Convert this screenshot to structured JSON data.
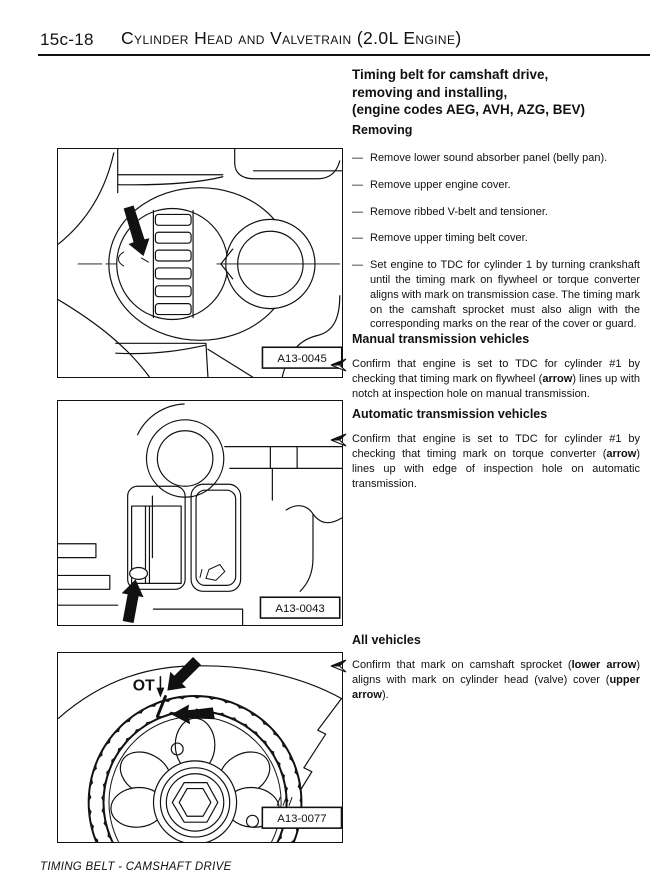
{
  "header": {
    "section_number": "15c-18",
    "title": "Cylinder Head and Valvetrain (2.0L Engine)"
  },
  "article": {
    "title_lines": [
      "Timing belt for camshaft drive,",
      "removing and installing,",
      "(engine codes AEG, AVH, AZG, BEV)"
    ],
    "removing": {
      "heading": "Removing",
      "bullet": "—",
      "steps": [
        "Remove lower sound absorber panel (belly pan).",
        "Remove upper engine cover.",
        "Remove ribbed V-belt and tensioner.",
        "Remove upper timing belt cover.",
        "Set engine to TDC for cylinder 1 by turning crankshaft until the timing mark on flywheel or torque converter aligns with mark on transmission case. The timing mark on the camshaft sprocket must also align with the corresponding marks on the rear of the cover or guard."
      ]
    },
    "manual": {
      "heading": "Manual transmission vehicles",
      "parts": [
        "Confirm that engine is set to TDC for cylinder #1 by checking that timing mark on flywheel (",
        "arrow",
        ") lines up with notch at inspection hole on manual transmission."
      ]
    },
    "automatic": {
      "heading": "Automatic transmission vehicles",
      "parts": [
        "Confirm that engine is set to TDC for cylinder #1 by checking that timing mark on torque converter (",
        "arrow",
        ") lines up with edge of inspection hole on automatic transmission."
      ]
    },
    "all_vehicles": {
      "heading": "All vehicles",
      "parts": [
        "Confirm that mark on camshaft sprocket (",
        "lower arrow",
        ") aligns with mark on cylinder head (valve) cover (",
        "upper arrow",
        ")."
      ]
    }
  },
  "figures": {
    "fig1_label": "A13-0045",
    "fig2_label": "A13-0043",
    "fig3_label": "A13-0077",
    "fig3_ot_mark": "OT"
  },
  "footer": {
    "text": "TIMING BELT - CAMSHAFT DRIVE"
  }
}
